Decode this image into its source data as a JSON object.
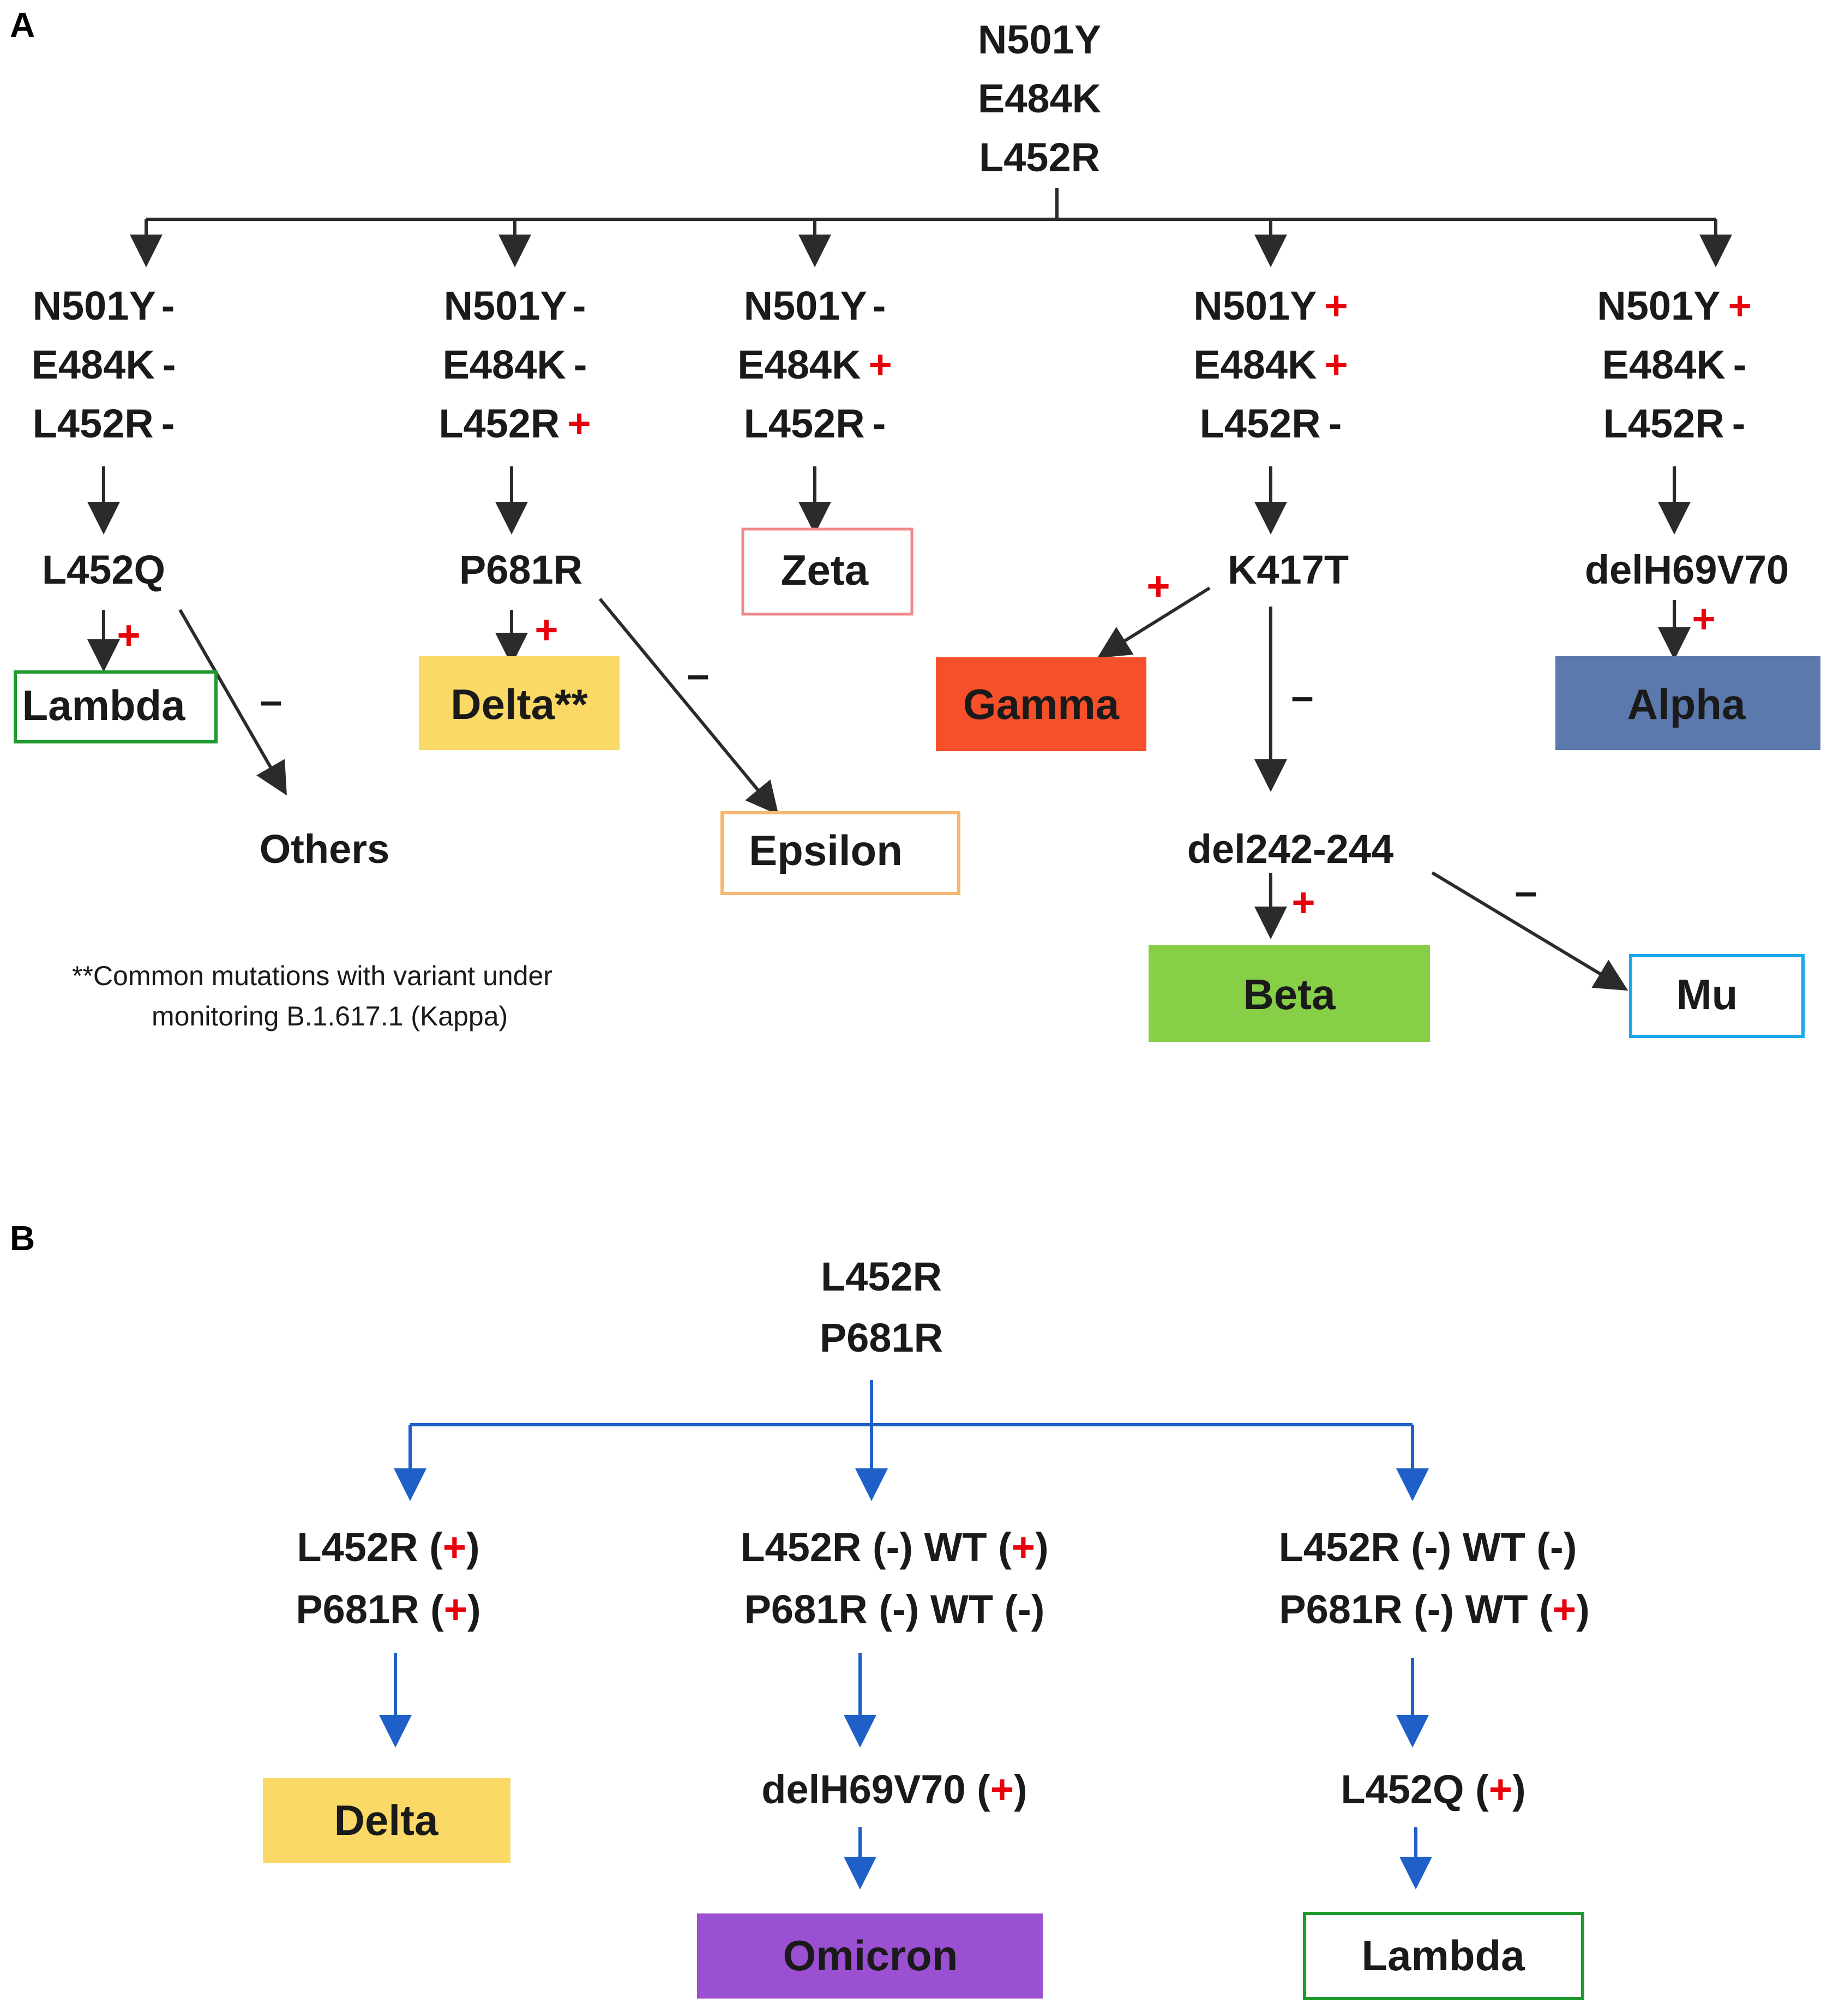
{
  "colors": {
    "black_arrow": "#2b2b2b",
    "blue_arrow": "#1f5fc8",
    "plus": "#e8000b",
    "lambda_border": "#1e9a2f",
    "zeta_border": "#f08a8a",
    "epsilon_border": "#f5b870",
    "mu_border": "#1aa7ec",
    "delta_fill": "#fbd966",
    "gamma_fill": "#f5502a",
    "alpha_fill": "#5b79ac",
    "beta_fill": "#86cf47",
    "omicron_fill": "#9b4fd1"
  },
  "panel_a": {
    "label": "A",
    "root": [
      "N501Y",
      "E484K",
      "L452R"
    ],
    "branches": [
      {
        "l1": "N501Y",
        "s1": "-",
        "l2": "E484K",
        "s2": "-",
        "l3": "L452R",
        "s3": "-"
      },
      {
        "l1": "N501Y",
        "s1": "-",
        "l2": "E484K",
        "s2": "-",
        "l3": "L452R",
        "s3": "+"
      },
      {
        "l1": "N501Y",
        "s1": "-",
        "l2": "E484K",
        "s2": "+",
        "l3": "L452R",
        "s3": "-"
      },
      {
        "l1": "N501Y",
        "s1": "+",
        "l2": "E484K",
        "s2": "+",
        "l3": "L452R",
        "s3": "-"
      },
      {
        "l1": "N501Y",
        "s1": "+",
        "l2": "E484K",
        "s2": "-",
        "l3": "L452R",
        "s3": "-"
      }
    ],
    "second_level": [
      "L452Q",
      "P681R",
      "K417T",
      "delH69V70",
      "del242-244"
    ],
    "variants": {
      "lambda": "Lambda",
      "delta": "Delta**",
      "zeta": "Zeta",
      "gamma": "Gamma",
      "alpha": "Alpha",
      "others": "Others",
      "epsilon": "Epsilon",
      "beta": "Beta",
      "mu": "Mu"
    },
    "plus": "+",
    "minus": "–",
    "note_line1": "**Common mutations with variant under",
    "note_line2": "monitoring B.1.617.1 (Kappa)"
  },
  "panel_b": {
    "label": "B",
    "root": [
      "L452R",
      "P681R"
    ],
    "left": {
      "l1": "L452R (",
      "s1": "+",
      "l1e": ")",
      "l2": "P681R (",
      "s2": "+",
      "l2e": ")"
    },
    "middle": {
      "l1": "L452R (-) WT (",
      "s1": "+",
      "l1e": ")",
      "l2": "P681R (-) WT (-)"
    },
    "right": {
      "l1": "L452R (-) WT (-)",
      "l2": "P681R (-) WT (",
      "s2": "+",
      "l2e": ")"
    },
    "middle_mid": {
      "text": "delH69V70 (",
      "sign": "+",
      "end": ")"
    },
    "right_mid": {
      "text": "L452Q (",
      "sign": "+",
      "end": ")"
    },
    "variants": {
      "delta": "Delta",
      "omicron": "Omicron",
      "lambda": "Lambda"
    }
  }
}
